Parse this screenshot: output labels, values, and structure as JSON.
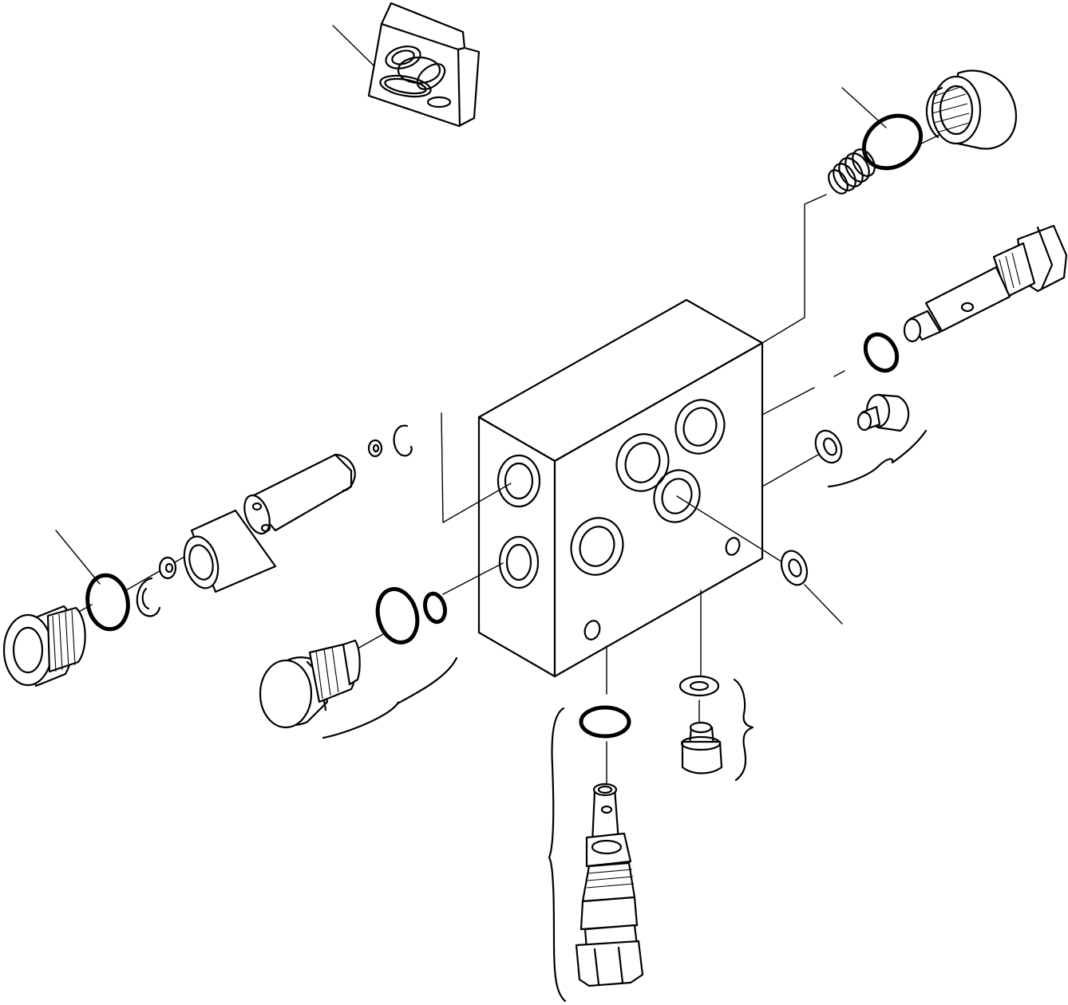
{
  "diagram": {
    "kind": "exploded-view",
    "components": [
      {
        "id": "seal-kit",
        "icon": "seal-kit-icon"
      },
      {
        "id": "valve-block",
        "icon": "valve-block-icon"
      },
      {
        "id": "top-right-plug",
        "icon": "plug-icon"
      },
      {
        "id": "top-right-o-ring",
        "icon": "o-ring-icon"
      },
      {
        "id": "spring",
        "icon": "spring-icon"
      },
      {
        "id": "right-cartridge",
        "icon": "cartridge-valve-icon"
      },
      {
        "id": "right-o-ring",
        "icon": "o-ring-icon"
      },
      {
        "id": "right-small-plug",
        "icon": "plug-icon"
      },
      {
        "id": "right-washer",
        "icon": "washer-icon"
      },
      {
        "id": "front-washer",
        "icon": "washer-icon"
      },
      {
        "id": "left-plug",
        "icon": "plug-icon"
      },
      {
        "id": "left-o-ring",
        "icon": "o-ring-icon"
      },
      {
        "id": "left-snap-ring",
        "icon": "snap-ring-icon"
      },
      {
        "id": "left-piston",
        "icon": "piston-icon"
      },
      {
        "id": "left-hex-plug",
        "icon": "hex-plug-icon"
      },
      {
        "id": "left-hex-o-rings",
        "icon": "o-ring-icon"
      },
      {
        "id": "bottom-o-ring",
        "icon": "o-ring-icon"
      },
      {
        "id": "bottom-relief-valve",
        "icon": "relief-valve-icon"
      },
      {
        "id": "bottom-washer",
        "icon": "washer-icon"
      },
      {
        "id": "bottom-small-plug",
        "icon": "plug-icon"
      }
    ]
  }
}
